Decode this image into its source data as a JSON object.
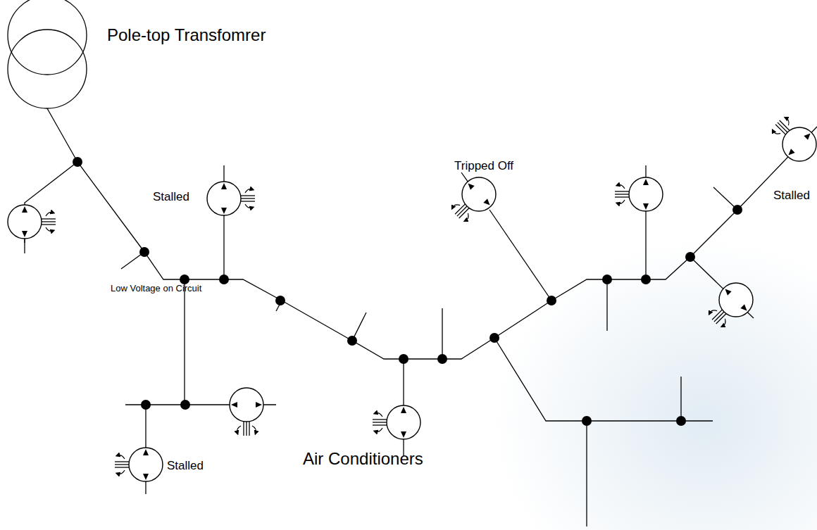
{
  "diagram": {
    "labels": [
      "Pole-top Transfomrer",
      "Stalled",
      "Tripped Off",
      "Stalled",
      "Low Voltage on Circuit",
      "Stalled",
      "Air Conditioners"
    ]
  }
}
